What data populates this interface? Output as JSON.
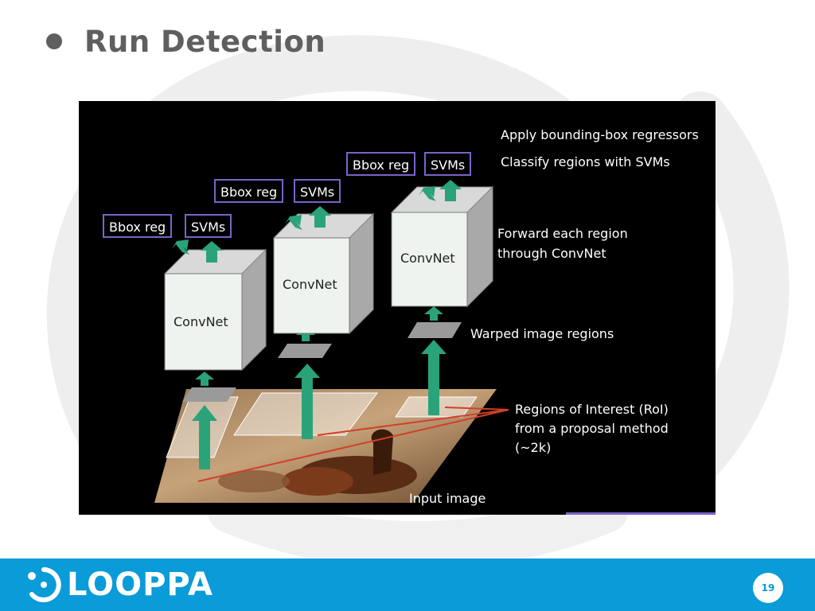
{
  "slide": {
    "title": "Run Detection",
    "page_number": "19"
  },
  "figure": {
    "box_labels": {
      "bbox_reg": "Bbox reg",
      "svms": "SVMs"
    },
    "convnet_label": "ConvNet",
    "annotations": {
      "regressors": "Apply bounding-box regressors",
      "classify": "Classify regions with SVMs",
      "forward_line1": "Forward each region",
      "forward_line2": "through ConvNet",
      "warped": "Warped image regions",
      "roi_line1": "Regions of Interest (RoI)",
      "roi_line2": "from a proposal method",
      "roi_line3": "(~2k)",
      "input": "Input image"
    },
    "colors": {
      "arrow": "#2aa37a",
      "box_border": "#7a63c8",
      "roi_line": "#d0402a"
    }
  },
  "footer": {
    "brand": "LOOPPA",
    "background": "#0a9bd9"
  }
}
